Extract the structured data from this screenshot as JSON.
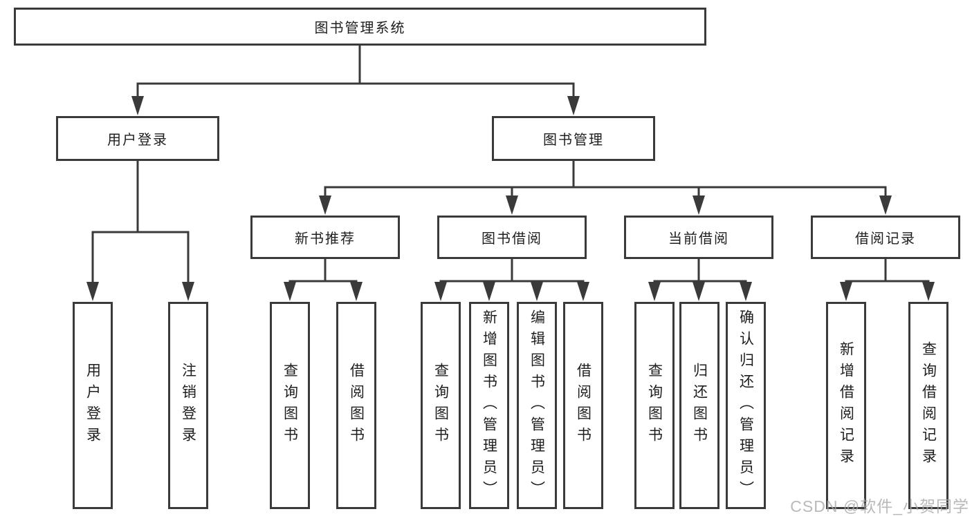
{
  "diagram": {
    "title": "图书管理系统",
    "branches": {
      "user_login": {
        "label": "用户登录",
        "children": [
          "用户登录",
          "注销登录"
        ]
      },
      "book_management": {
        "label": "图书管理",
        "children": {
          "new_book_recommend": {
            "label": "新书推荐",
            "children": [
              "查询图书",
              "借阅图书"
            ]
          },
          "book_borrow": {
            "label": "图书借阅",
            "children": [
              "查询图书",
              "新增图书（管理员）",
              "编辑图书（管理员）",
              "借阅图书"
            ]
          },
          "current_borrow": {
            "label": "当前借阅",
            "children": [
              "查询图书",
              "归还图书",
              "确认归还（管理员）"
            ]
          },
          "borrow_record": {
            "label": "借阅记录",
            "children": [
              "新增借阅记录",
              "查询借阅记录"
            ]
          }
        }
      }
    },
    "watermark": "CSDN @软件_小贺同学",
    "colors": {
      "line": "#3a3a3a",
      "text": "#1e1e1e",
      "watermark": "#a8a8a8",
      "background": "#ffffff"
    }
  }
}
